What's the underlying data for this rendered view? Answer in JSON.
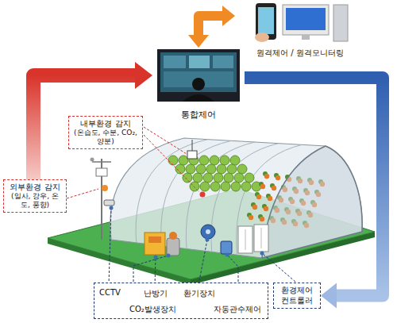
{
  "diagram": {
    "nodes": [
      {
        "text": [
          "원격제어 / 원격모니터링"
        ]
      },
      {
        "text": [
          "통합제어"
        ]
      },
      {
        "text": [
          "내부환경 감지",
          "(온습도, 수분, CO₂, 양분)"
        ]
      },
      {
        "text": [
          "외부환경 감지",
          "(일사, 강우, 온도, 풍향)"
        ]
      },
      {
        "text": [
          "CCTV",
          "난방기",
          "CO₂발생장치",
          "환기장치",
          "자동관수제어"
        ]
      },
      {
        "text": [
          "환경제어 컨트롤러"
        ]
      }
    ],
    "edges": [
      {
        "from": 3,
        "to": 1,
        "arrow": "to"
      },
      {
        "from": 1,
        "to": 0,
        "arrow": "both"
      },
      {
        "from": 1,
        "to": 5,
        "arrow": "to"
      }
    ]
  }
}
